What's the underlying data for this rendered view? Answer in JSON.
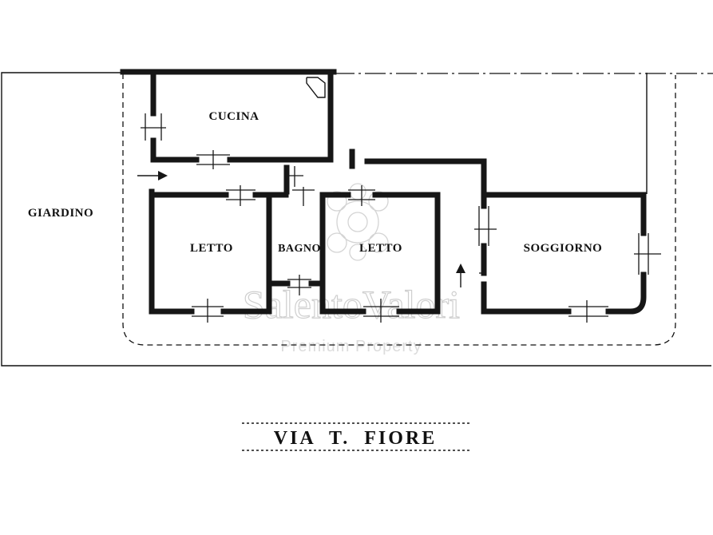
{
  "rooms": {
    "cucina": "CUCINA",
    "giardino": "GIARDINO",
    "letto_left": "LETTO",
    "bagno": "BAGNO",
    "letto_right": "LETTO",
    "soggiorno": "SOGGIORNO"
  },
  "street": "VIA  T.  FIORE",
  "watermark": {
    "brand": "SalentoValori",
    "tagline": "Premium Property"
  }
}
